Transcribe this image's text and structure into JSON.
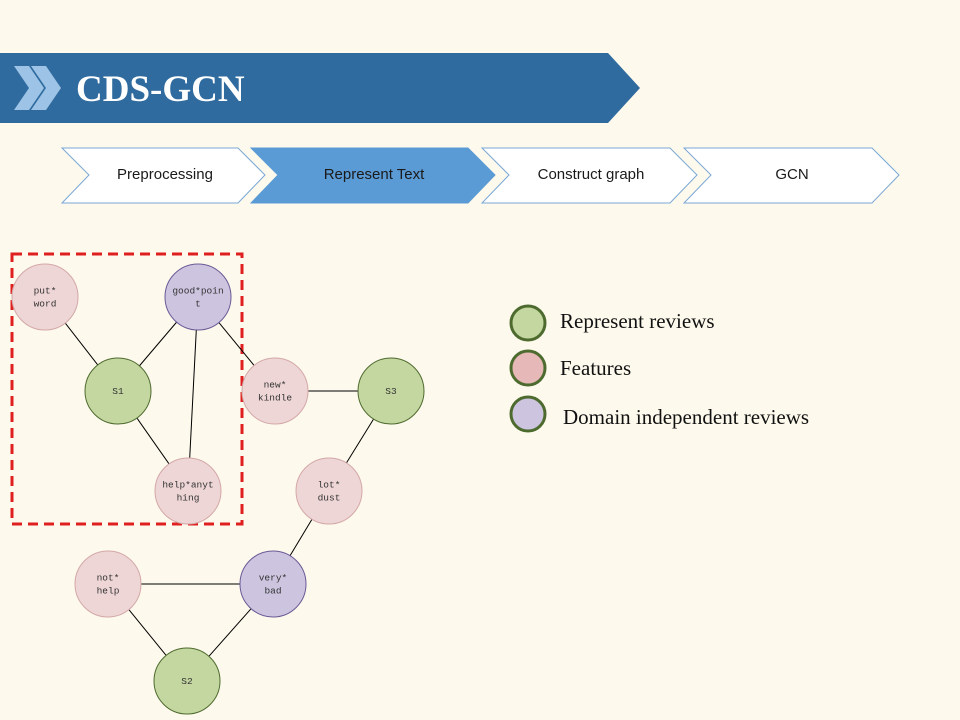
{
  "slide": {
    "title": "CDS-GCN",
    "chevron_icon": "double-chevron-right",
    "colors": {
      "banner": "#2f6b9f",
      "active_step": "#5b9bd5",
      "review_node": "#c4d7a0",
      "feature_node": "#efd6d6",
      "domain_node": "#cdc5e0"
    }
  },
  "pipeline": {
    "steps": [
      {
        "label": "Preprocessing",
        "active": false
      },
      {
        "label": "Represent Text",
        "active": true
      },
      {
        "label": "Construct graph",
        "active": false
      },
      {
        "label": "GCN",
        "active": false
      }
    ]
  },
  "graph": {
    "nodes": [
      {
        "id": "put",
        "lines": [
          "put*",
          "word"
        ],
        "type": "feature"
      },
      {
        "id": "good",
        "lines": [
          "good*poin",
          "t"
        ],
        "type": "domain"
      },
      {
        "id": "s1",
        "lines": [
          "S1"
        ],
        "type": "review"
      },
      {
        "id": "new",
        "lines": [
          "new*",
          "kindle"
        ],
        "type": "feature"
      },
      {
        "id": "s3",
        "lines": [
          "S3"
        ],
        "type": "review"
      },
      {
        "id": "help",
        "lines": [
          "help*anyt",
          "hing"
        ],
        "type": "feature"
      },
      {
        "id": "lot",
        "lines": [
          "lot*",
          "dust"
        ],
        "type": "feature"
      },
      {
        "id": "not",
        "lines": [
          "not*",
          "help"
        ],
        "type": "feature"
      },
      {
        "id": "very",
        "lines": [
          "very*",
          "bad"
        ],
        "type": "domain"
      },
      {
        "id": "s2",
        "lines": [
          "S2"
        ],
        "type": "review"
      }
    ],
    "edges": [
      [
        "put",
        "s1"
      ],
      [
        "good",
        "s1"
      ],
      [
        "good",
        "help"
      ],
      [
        "good",
        "new"
      ],
      [
        "s1",
        "help"
      ],
      [
        "new",
        "s3"
      ],
      [
        "s3",
        "lot"
      ],
      [
        "lot",
        "very"
      ],
      [
        "not",
        "very"
      ],
      [
        "not",
        "s2"
      ],
      [
        "very",
        "s2"
      ]
    ]
  },
  "legend": {
    "items": [
      {
        "label": "Represent reviews",
        "type": "review"
      },
      {
        "label": "Features",
        "type": "feature"
      },
      {
        "label": "Domain independent  reviews",
        "type": "domain"
      }
    ]
  }
}
